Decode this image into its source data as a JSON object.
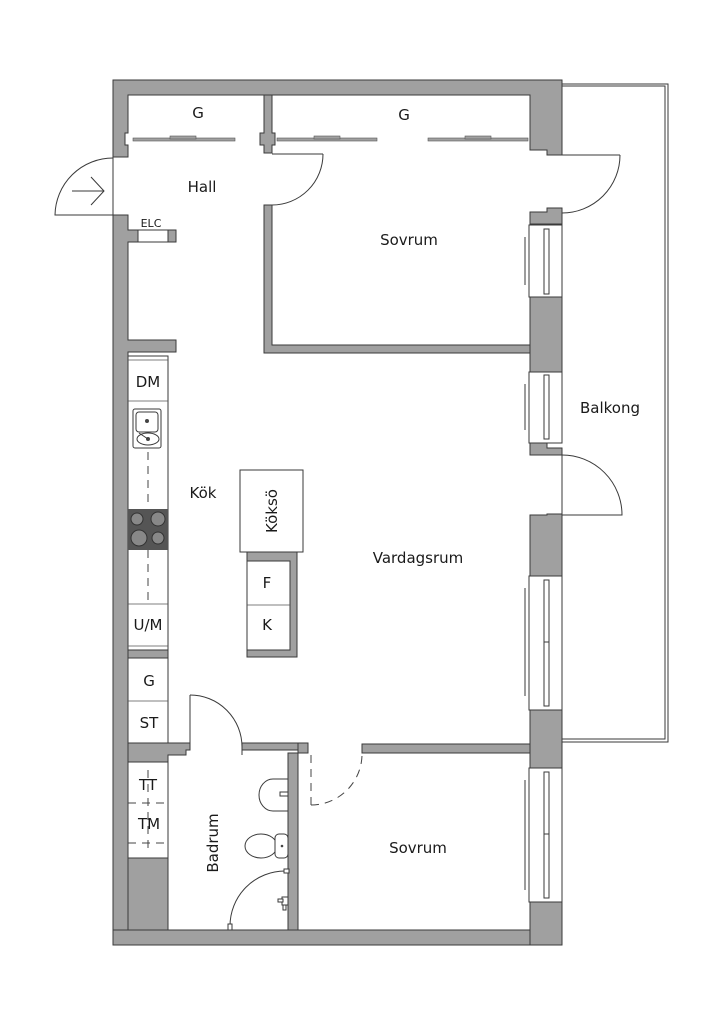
{
  "floorplan": {
    "rooms": {
      "hall": "Hall",
      "bedroom_top": "Sovrum",
      "bedroom_bottom": "Sovrum",
      "kitchen": "Kök",
      "living_room": "Vardagsrum",
      "balcony": "Balkong",
      "bathroom": "Badrum",
      "kitchen_island": "Köksö"
    },
    "fixtures": {
      "wardrobe_hall": "G",
      "wardrobe_bedroom": "G",
      "electrical_cabinet": "ELC",
      "dishwasher": "DM",
      "oven_microwave": "U/M",
      "fridge": "K",
      "freezer": "F",
      "wardrobe_kitchen": "G",
      "storage": "ST",
      "dryer": "TT",
      "washing_machine": "TM"
    },
    "colors": {
      "wall": "#a0a0a0",
      "outline": "#3a3a3a",
      "background": "#ffffff",
      "stove": "#555555"
    }
  }
}
